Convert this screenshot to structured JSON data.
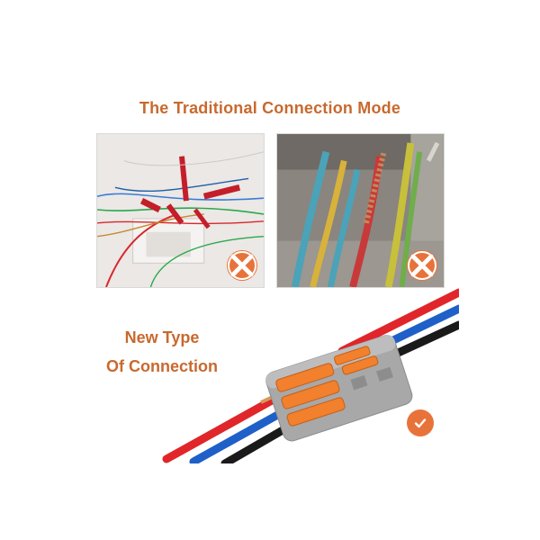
{
  "title": "The Traditional Connection Mode",
  "new_type": {
    "line1": "New Type",
    "line2": "Of Connection"
  },
  "colors": {
    "accent": "#c8692e",
    "badge": "#e8733a"
  },
  "icons": {
    "bad_marker": "cross-icon",
    "good_marker": "check-icon"
  }
}
